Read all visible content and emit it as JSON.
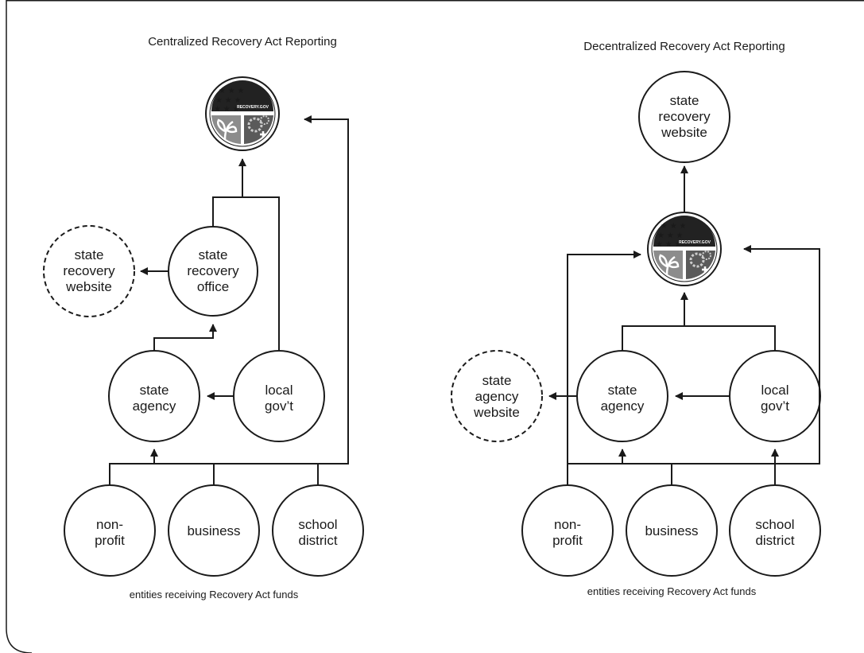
{
  "colors": {
    "line": "#1a1a1a",
    "seal_dark": "#222222",
    "seal_gray": "#8c8c8c",
    "seal_light": "#a6a6a6"
  },
  "centralized": {
    "title": "Centralized Recovery Act Reporting",
    "recovery_gov_logo": "RECOVERY.GOV",
    "state_recovery_office": [
      "state",
      "recovery",
      "office"
    ],
    "state_recovery_website": [
      "state",
      "recovery",
      "website"
    ],
    "state_agency": [
      "state",
      "agency"
    ],
    "local_govt": [
      "local",
      "gov’t"
    ],
    "non_profit": [
      "non-",
      "profit"
    ],
    "business": [
      "business"
    ],
    "school_district": [
      "school",
      "district"
    ],
    "caption": "entities receiving Recovery Act funds"
  },
  "decentralized": {
    "title": "Decentralized Recovery Act Reporting",
    "state_recovery_website": [
      "state",
      "recovery",
      "website"
    ],
    "recovery_gov_logo": "RECOVERY.GOV",
    "state_agency_website": [
      "state",
      "agency",
      "website"
    ],
    "state_agency": [
      "state",
      "agency"
    ],
    "local_govt": [
      "local",
      "gov’t"
    ],
    "non_profit": [
      "non-",
      "profit"
    ],
    "business": [
      "business"
    ],
    "school_district": [
      "school",
      "district"
    ],
    "caption": "entities receiving Recovery Act funds"
  }
}
